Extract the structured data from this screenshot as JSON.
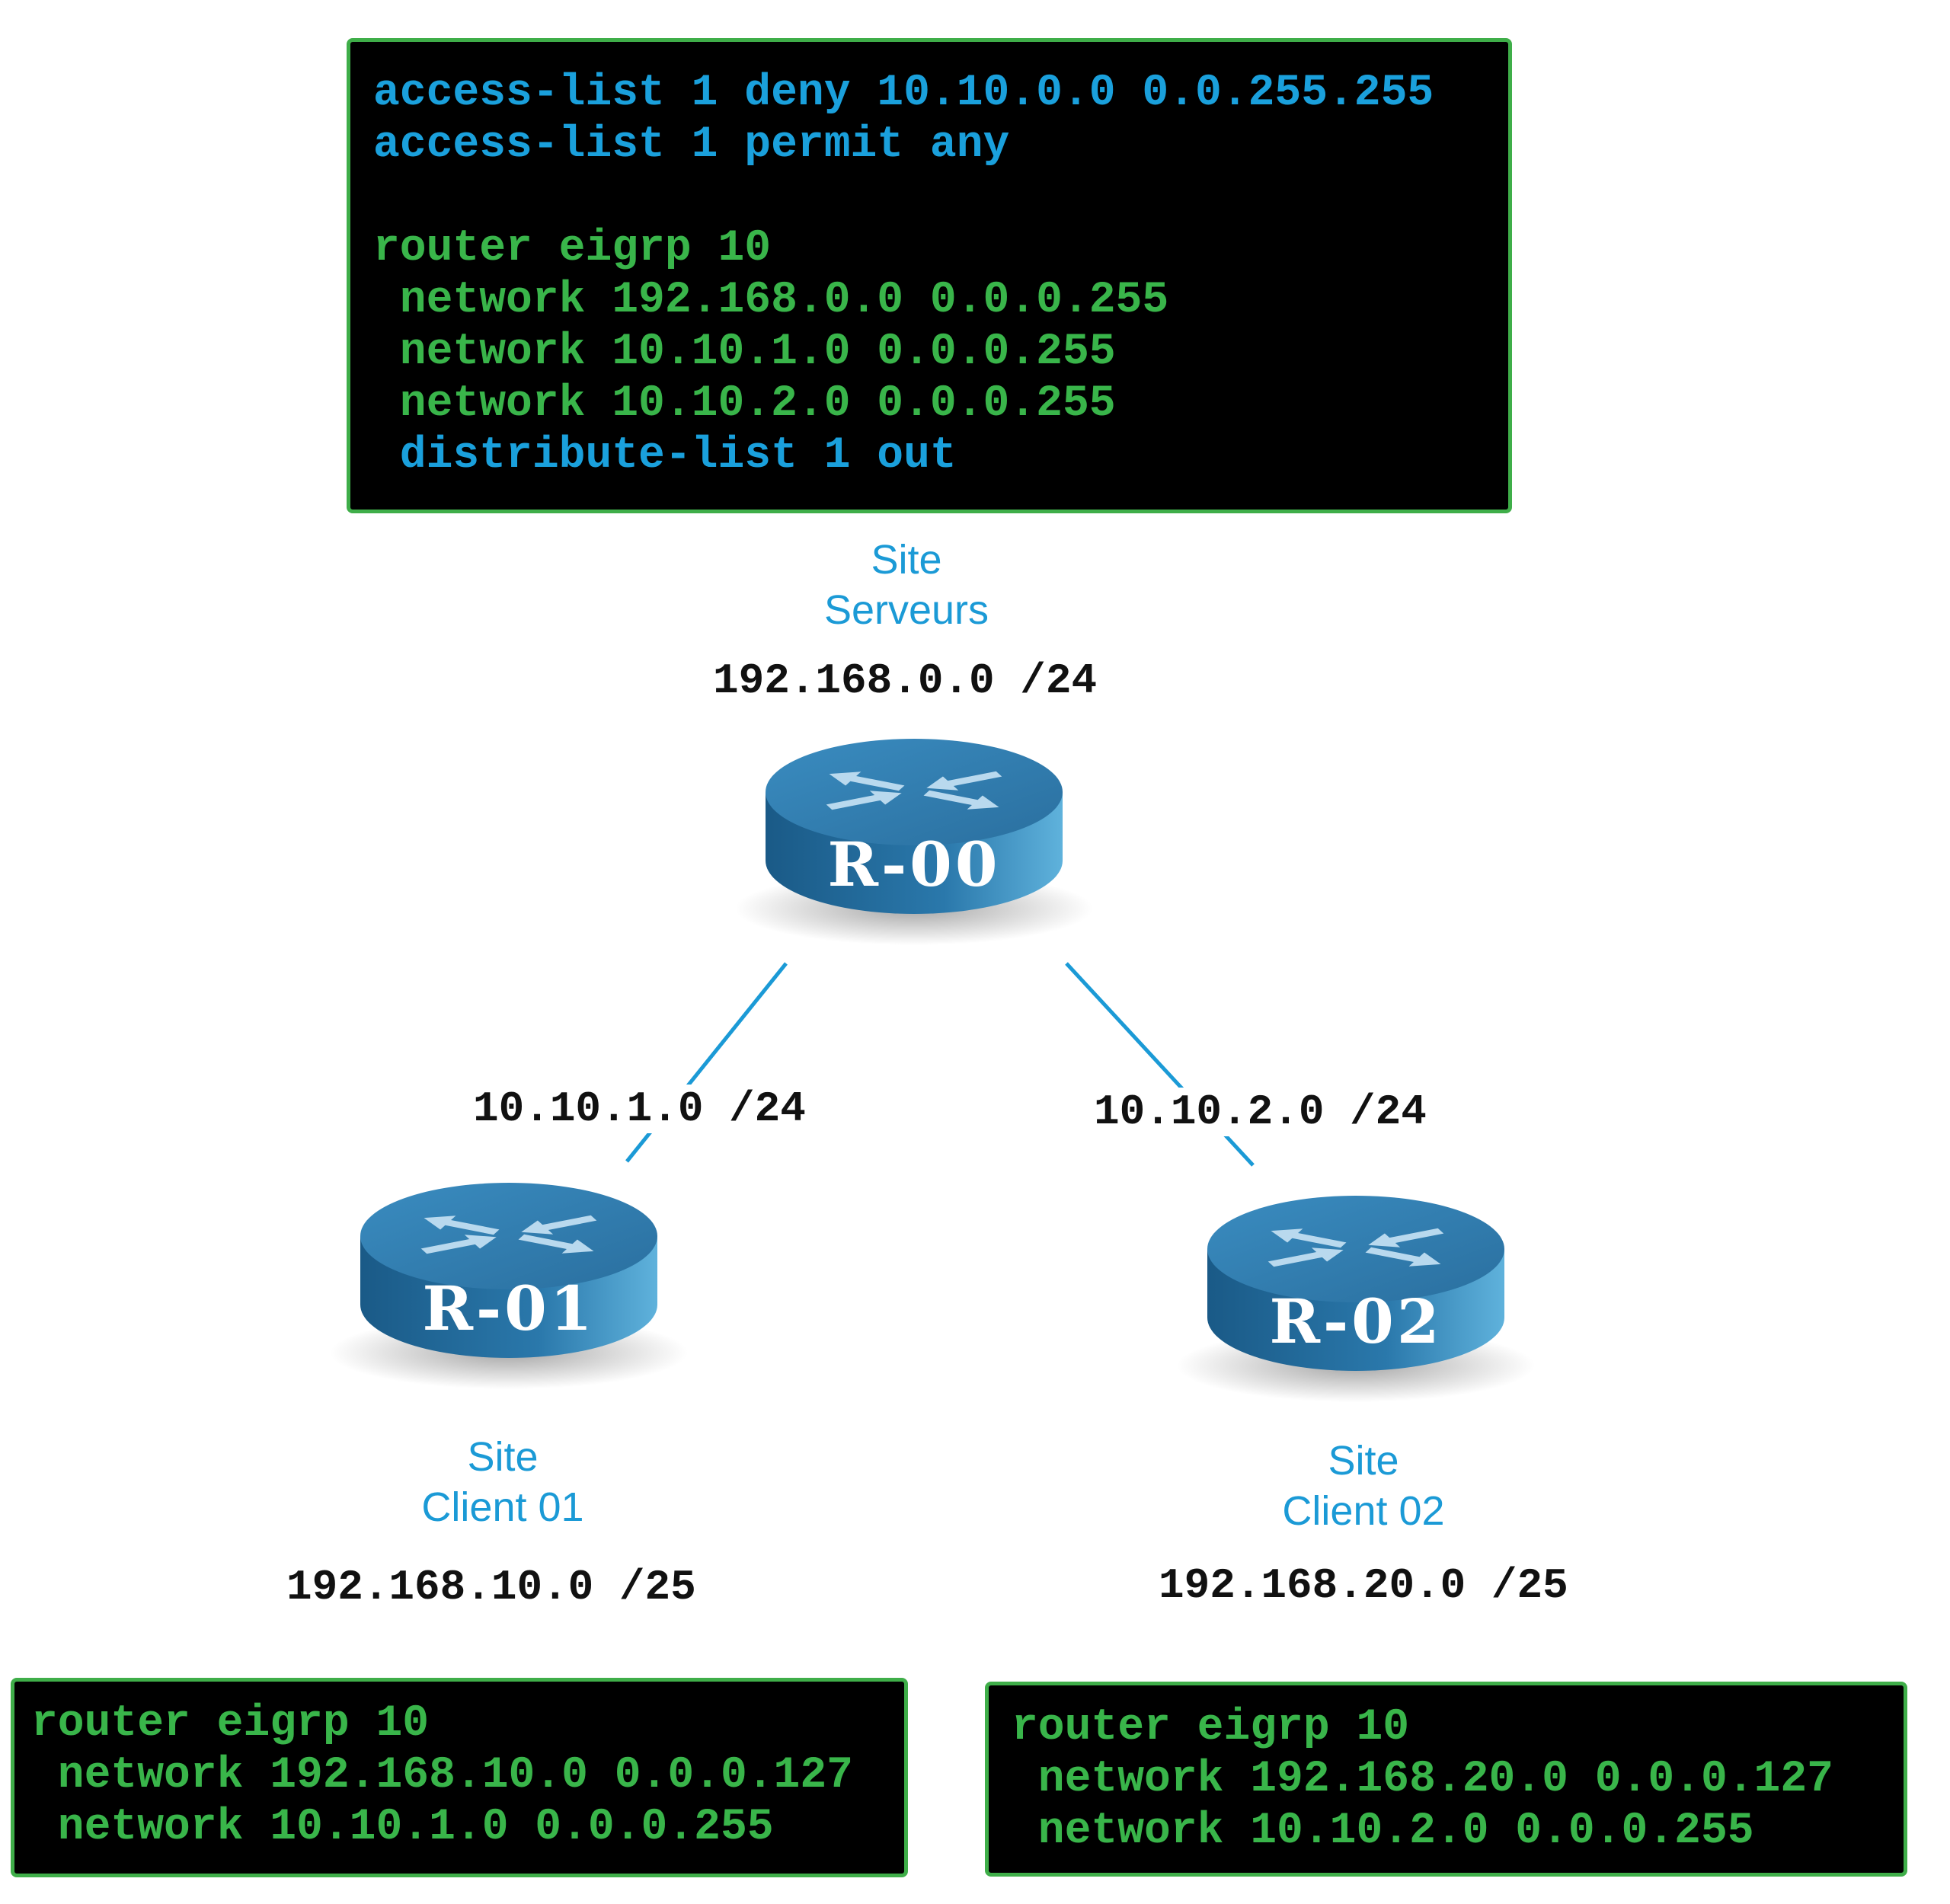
{
  "configs": {
    "r00": {
      "lines": [
        {
          "text": "access-list 1 deny 10.10.0.0 0.0.255.255",
          "color": "#1aa0dc"
        },
        {
          "text": "access-list 1 permit any",
          "color": "#1aa0dc"
        },
        {
          "text": "",
          "color": "#1aa0dc"
        },
        {
          "text": "router eigrp 10",
          "color": "#39b54a"
        },
        {
          "text": " network 192.168.0.0 0.0.0.255",
          "color": "#39b54a"
        },
        {
          "text": " network 10.10.1.0 0.0.0.255",
          "color": "#39b54a"
        },
        {
          "text": " network 10.10.2.0 0.0.0.255",
          "color": "#39b54a"
        },
        {
          "text": " distribute-list 1 out",
          "color": "#1aa0dc"
        }
      ]
    },
    "r01": {
      "lines": [
        {
          "text": "router eigrp 10",
          "color": "#39b54a"
        },
        {
          "text": " network 192.168.10.0 0.0.0.127",
          "color": "#39b54a"
        },
        {
          "text": " network 10.10.1.0 0.0.0.255",
          "color": "#39b54a"
        }
      ]
    },
    "r02": {
      "lines": [
        {
          "text": "router eigrp 10",
          "color": "#39b54a"
        },
        {
          "text": " network 192.168.20.0 0.0.0.127",
          "color": "#39b54a"
        },
        {
          "text": " network 10.10.2.0 0.0.0.255",
          "color": "#39b54a"
        }
      ]
    }
  },
  "routers": {
    "r00": {
      "name": "R-00",
      "site_line1": "Site",
      "site_line2": "Serveurs",
      "network": "192.168.0.0 /24"
    },
    "r01": {
      "name": "R-01",
      "site_line1": "Site",
      "site_line2": "Client 01",
      "network": "192.168.10.0 /25"
    },
    "r02": {
      "name": "R-02",
      "site_line1": "Site",
      "site_line2": "Client 02",
      "network": "192.168.20.0 /25"
    }
  },
  "links": {
    "r00_r01": {
      "network": "10.10.1.0 /24"
    },
    "r00_r02": {
      "network": "10.10.2.0 /24"
    }
  },
  "colors": {
    "border": "#3fae49",
    "acl_text": "#1aa0dc",
    "eigrp_text": "#39b54a",
    "site_label": "#1b9ad6",
    "link": "#1b9ad6",
    "router_top": "#2f82b4",
    "router_side": "#1f5f8e"
  },
  "icons": {
    "router": "router-icon"
  }
}
